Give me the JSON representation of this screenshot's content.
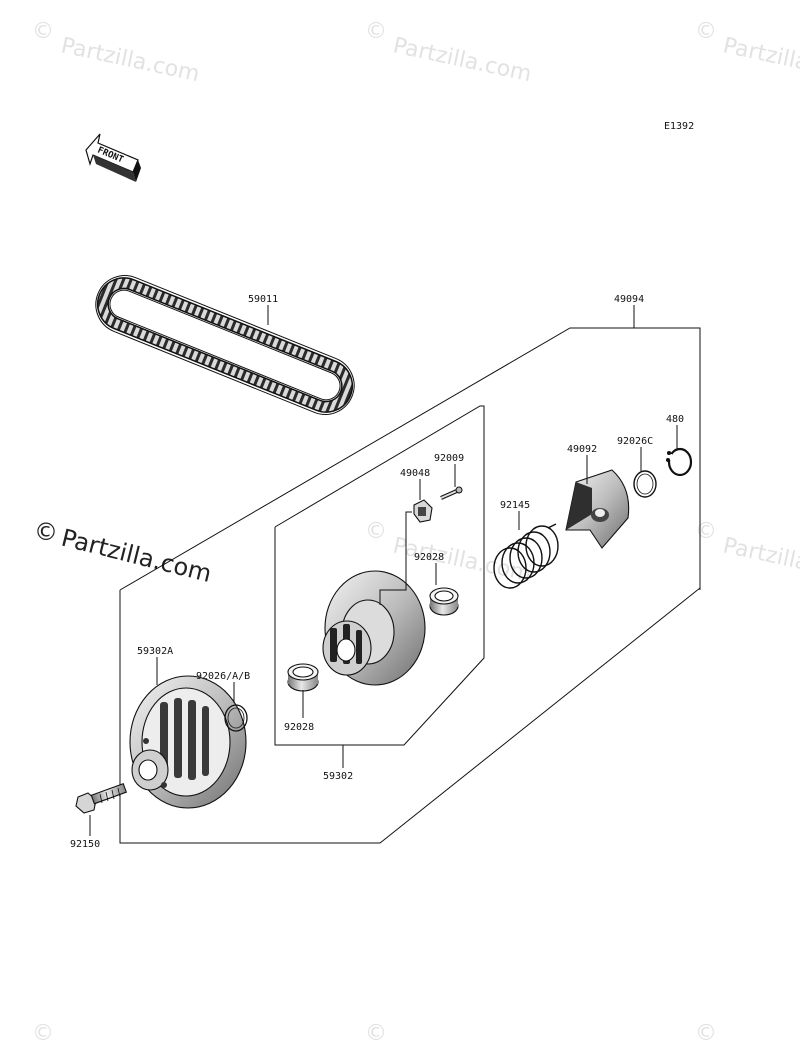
{
  "diagram_code": "E1392",
  "front_label": "FRONT",
  "watermark": "Partzilla.com",
  "copyright_symbol": "©",
  "parts": {
    "belt": "59011",
    "assembly": "49094",
    "sub_assembly": "59302",
    "fixed_sheave": "59302A",
    "shim_left": "92026/A/B",
    "bolt": "92150",
    "bushing_lower": "92028",
    "bushing_upper": "92028",
    "slider": "49048",
    "screw": "92009",
    "spring": "92145",
    "cam": "49092",
    "washer": "92026C",
    "circlip": "480"
  }
}
